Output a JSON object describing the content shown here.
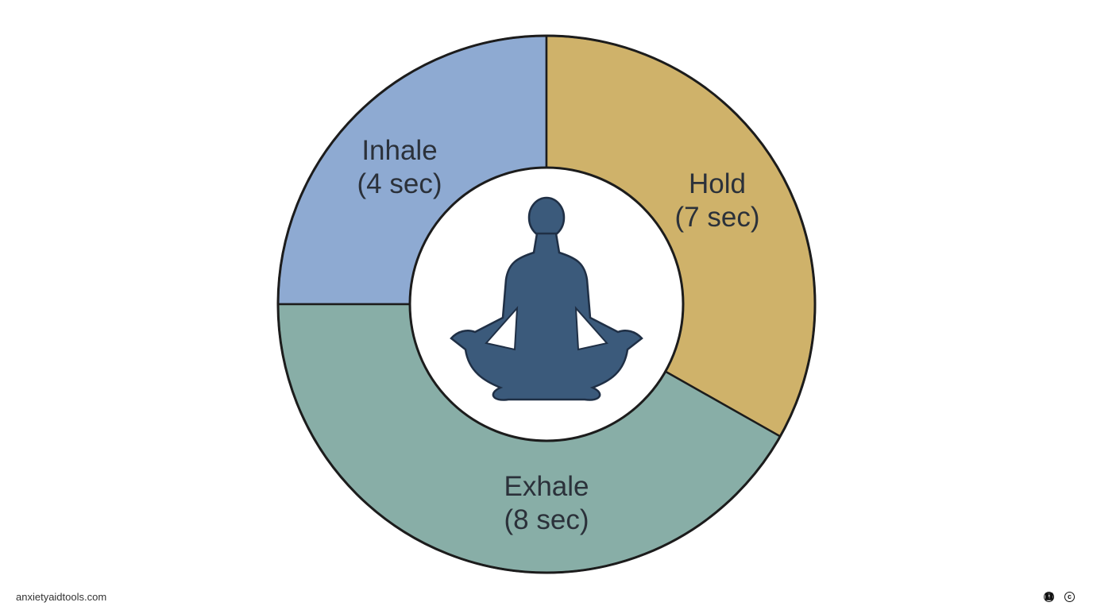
{
  "segments": [
    {
      "id": "inhale",
      "label": "Inhale",
      "duration": "(4 sec)",
      "seconds": 4,
      "color": "#8eaad2"
    },
    {
      "id": "hold",
      "label": "Hold",
      "duration": "(7 sec)",
      "seconds": 7,
      "color": "#cfb26a"
    },
    {
      "id": "exhale",
      "label": "Exhale",
      "duration": "(8 sec)",
      "seconds": 8,
      "color": "#88aea7"
    }
  ],
  "center_icon": "meditation-figure-icon",
  "figure_color": "#3b5a7b",
  "footer": {
    "site": "anxietyaidtools.com",
    "icons": [
      "attribution-icon",
      "copyright-icon"
    ]
  }
}
